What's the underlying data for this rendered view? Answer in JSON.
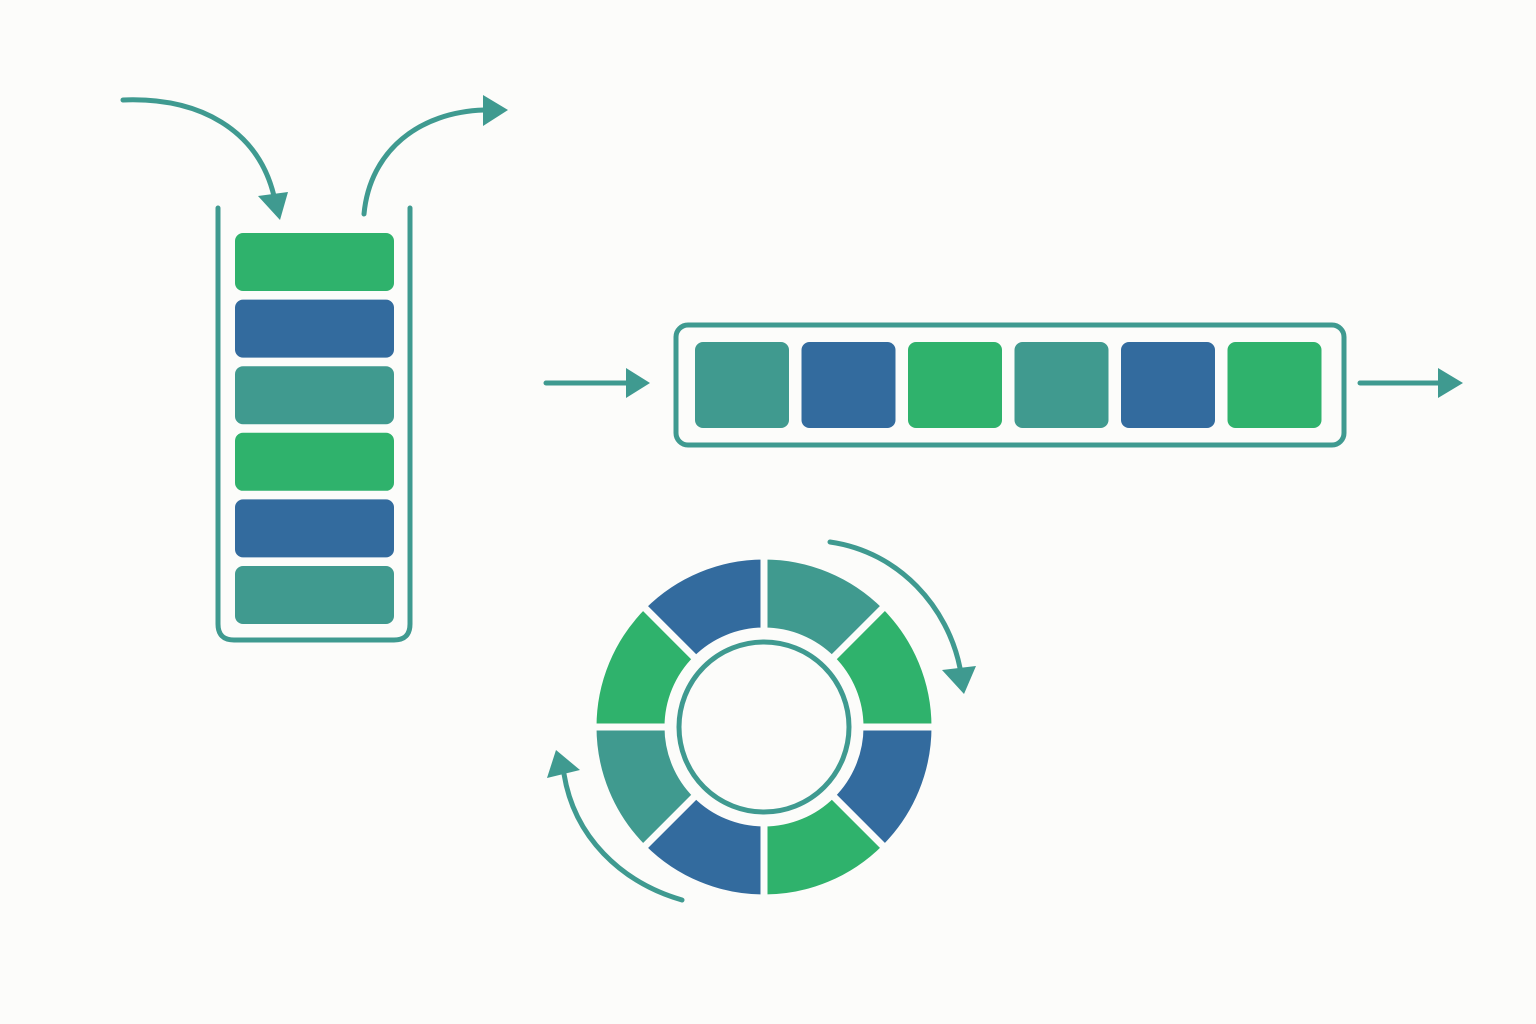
{
  "colors": {
    "background": "#fcfcfa",
    "outline": "#3f9a90",
    "green": "#2fb26c",
    "blue": "#336b9e",
    "teal": "#409a8f"
  },
  "stack": {
    "blocks": [
      "green",
      "blue",
      "teal",
      "green",
      "blue",
      "teal"
    ],
    "icons": [
      "push-arrow-icon",
      "pop-arrow-icon"
    ]
  },
  "queue": {
    "cells": [
      "teal",
      "blue",
      "green",
      "teal",
      "blue",
      "green"
    ],
    "icons": [
      "enqueue-arrow-icon",
      "dequeue-arrow-icon"
    ]
  },
  "ring_buffer": {
    "segments": [
      "teal",
      "green",
      "blue",
      "green",
      "blue",
      "teal",
      "green",
      "blue"
    ],
    "icons": [
      "rotate-clockwise-arrow-icon",
      "rotate-counterclockwise-arrow-icon"
    ]
  }
}
